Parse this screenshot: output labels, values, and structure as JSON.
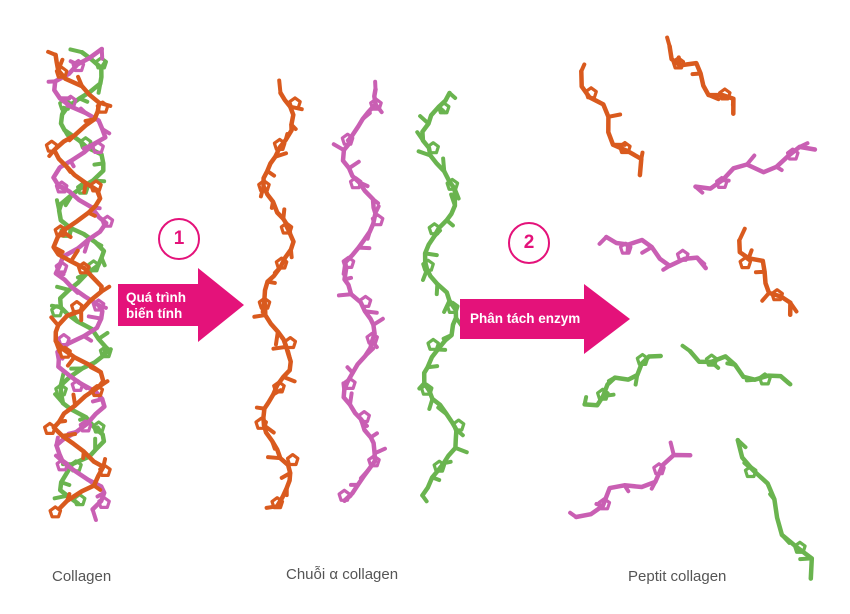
{
  "colors": {
    "accent": "#e4127a",
    "strand_orange": "#d95a1e",
    "strand_pink": "#c95fb3",
    "strand_green": "#6ab44f",
    "caption": "#555555"
  },
  "steps": [
    {
      "number": "1",
      "label_line1": "Quá trình",
      "label_line2": "biến tính"
    },
    {
      "number": "2",
      "label_line1": "Phân tách enzym"
    }
  ],
  "captions": {
    "collagen": "Collagen",
    "alpha_chain": "Chuỗi α collagen",
    "peptide": "Peptit collagen"
  }
}
